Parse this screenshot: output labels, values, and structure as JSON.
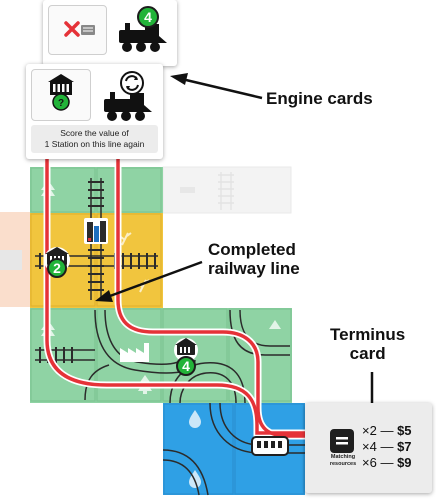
{
  "callouts": {
    "engine_cards": "Engine cards",
    "completed_line": [
      "Completed",
      "railway line"
    ],
    "terminus": [
      "Terminus",
      "card"
    ]
  },
  "engine_card_front": {
    "text_lines": [
      "Score the value of",
      "1 Station on this line again"
    ]
  },
  "engine_card_back": {
    "number_badge": "4"
  },
  "board": {
    "station_badges": [
      "2",
      "4"
    ]
  },
  "terminus_card": {
    "icon_label_lines": [
      "Matching",
      "resources"
    ],
    "prices": [
      {
        "count": "×2",
        "dash": "—",
        "value": "$5"
      },
      {
        "count": "×4",
        "dash": "—",
        "value": "$7"
      },
      {
        "count": "×6",
        "dash": "—",
        "value": "$9"
      }
    ]
  },
  "colors": {
    "green_tile": "#8fd3a4",
    "yellow_tile": "#f1c53e",
    "blue_tile": "#2fa0e5",
    "grey_tile": "#e3e3e3",
    "rail_red": "#e53238",
    "track_dark": "#2b2b2b",
    "badge_green": "#22b339"
  }
}
